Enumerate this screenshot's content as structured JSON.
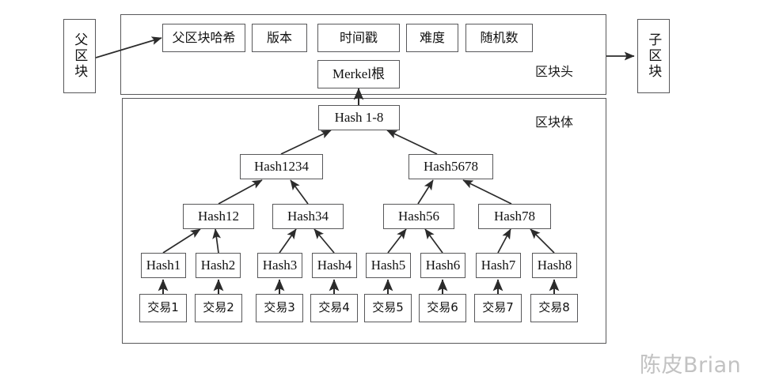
{
  "diagram": {
    "title_semantic": "blockchain-block-structure-merkle-tree",
    "watermark": "陈皮Brian",
    "parent_block": {
      "label": "父区块"
    },
    "child_block": {
      "label": "子区块"
    },
    "block_header": {
      "section_label": "区块头",
      "fields": [
        {
          "id": "prev-hash",
          "label": "父区块哈希"
        },
        {
          "id": "version",
          "label": "版本"
        },
        {
          "id": "timestamp",
          "label": "时间戳"
        },
        {
          "id": "difficulty",
          "label": "难度"
        },
        {
          "id": "nonce",
          "label": "随机数"
        },
        {
          "id": "merkle-root",
          "label": "Merkel根"
        }
      ]
    },
    "block_body": {
      "section_label": "区块体",
      "merkle_root_node": "Hash 1-8",
      "level2": [
        "Hash1234",
        "Hash5678"
      ],
      "level3": [
        "Hash12",
        "Hash34",
        "Hash56",
        "Hash78"
      ],
      "leaf_hashes": [
        "Hash1",
        "Hash2",
        "Hash3",
        "Hash4",
        "Hash5",
        "Hash6",
        "Hash7",
        "Hash8"
      ],
      "transactions": [
        "交易1",
        "交易2",
        "交易3",
        "交易4",
        "交易5",
        "交易6",
        "交易7",
        "交易8"
      ]
    },
    "colors": {
      "stroke": "#58585a",
      "arrow": "#2b2b2b",
      "text": "#111111",
      "watermark": "#c2c2c2",
      "background": "#ffffff"
    }
  }
}
